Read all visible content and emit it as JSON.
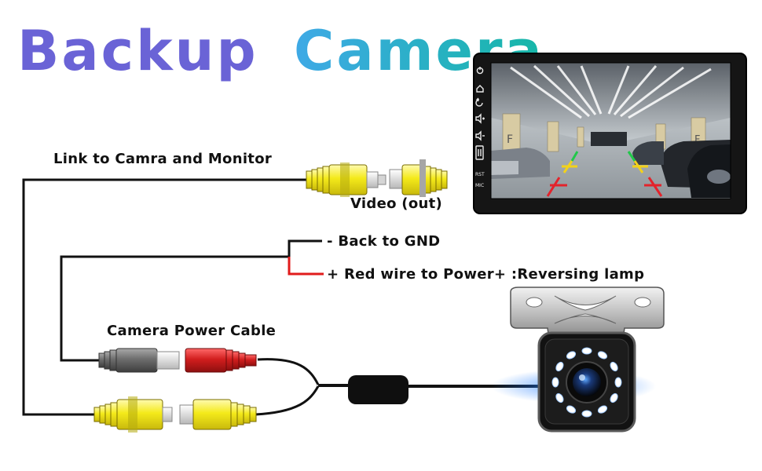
{
  "title": {
    "word1": "Backup",
    "word2": "Camera",
    "color1": "#6a63d6",
    "color2_start": "#3fa9e6",
    "color2_end": "#16b7a7"
  },
  "labels": {
    "link": "Link to Camra and Monitor",
    "video_out": "Video (out)",
    "gnd": "-  Back to GND",
    "power": "+  Red wire to Power+ :Reversing lamp",
    "power_cable": "Camera Power Cable"
  },
  "monitor": {
    "side_buttons": [
      "power-icon",
      "home-icon",
      "back-icon",
      "volume-up-icon",
      "volume-down-icon",
      "usb-port"
    ],
    "side_text": [
      "RST",
      "MIC"
    ],
    "screen_letters": [
      "F",
      "F"
    ]
  },
  "colors": {
    "wire": "#111111",
    "red_wire": "#e11b1b",
    "rca_yellow": "#f4ea1a",
    "rca_red": "#d21e1e",
    "rca_gray": "#6d6d6d",
    "guide_green": "#21c84a",
    "guide_yellow": "#f2d21b",
    "guide_red": "#e3232b",
    "camera_glow": "#1e7bff"
  }
}
